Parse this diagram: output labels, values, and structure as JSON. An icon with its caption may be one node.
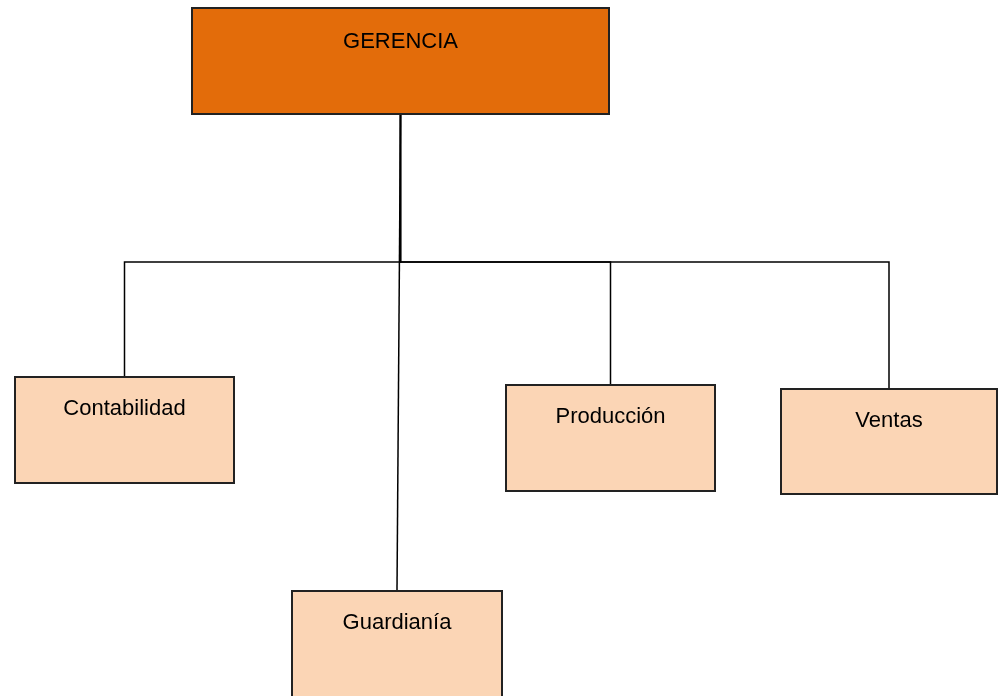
{
  "diagram": {
    "nodes": [
      {
        "text": [
          "GERENCIA"
        ]
      },
      {
        "text": [
          "Contabilidad"
        ]
      },
      {
        "text": [
          "Producción"
        ]
      },
      {
        "text": [
          "Ventas"
        ]
      },
      {
        "text": [
          "Guardianía"
        ]
      }
    ],
    "edges": [
      {
        "from": 0,
        "to": 1,
        "arrow": "none"
      },
      {
        "from": 0,
        "to": 2,
        "arrow": "none"
      },
      {
        "from": 0,
        "to": 3,
        "arrow": "none"
      },
      {
        "from": 0,
        "to": 4,
        "arrow": "none"
      }
    ]
  }
}
